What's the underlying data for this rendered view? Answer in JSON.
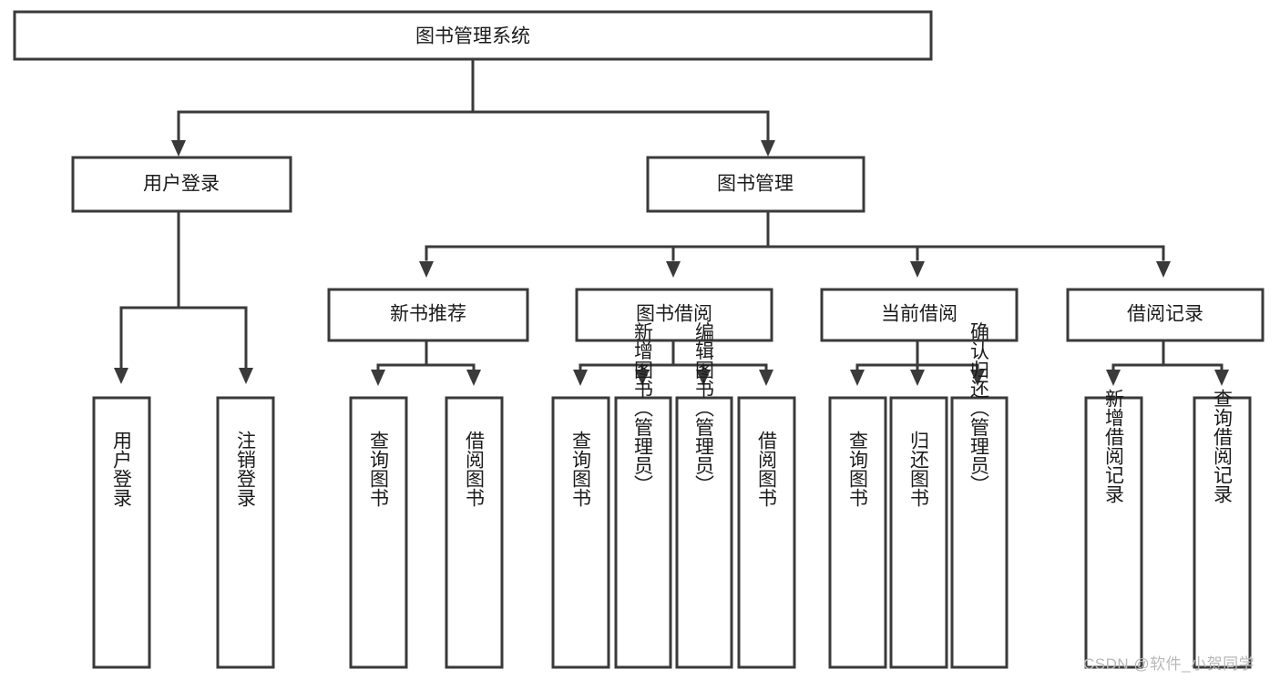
{
  "diagram": {
    "type": "hierarchy-tree",
    "title": "图书管理系统",
    "orientation": "top-down",
    "levels": 4,
    "root": {
      "id": "root",
      "label": "图书管理系统"
    },
    "level2": [
      {
        "id": "user-login",
        "label": "用户登录"
      },
      {
        "id": "book-management",
        "label": "图书管理"
      }
    ],
    "level3": [
      {
        "id": "new-book-recommend",
        "label": "新书推荐",
        "parent": "book-management"
      },
      {
        "id": "book-borrow",
        "label": "图书借阅",
        "parent": "book-management"
      },
      {
        "id": "current-borrow",
        "label": "当前借阅",
        "parent": "book-management"
      },
      {
        "id": "borrow-record",
        "label": "借阅记录",
        "parent": "book-management"
      }
    ],
    "leaves": [
      {
        "id": "leaf-user-login",
        "label": "用户登录",
        "parent": "user-login"
      },
      {
        "id": "leaf-logout-login",
        "label": "注销登录",
        "parent": "user-login"
      },
      {
        "id": "leaf-query-book-1",
        "label": "查询图书",
        "parent": "new-book-recommend"
      },
      {
        "id": "leaf-borrow-book-1",
        "label": "借阅图书",
        "parent": "new-book-recommend"
      },
      {
        "id": "leaf-query-book-2",
        "label": "查询图书",
        "parent": "book-borrow"
      },
      {
        "id": "leaf-add-book",
        "label": "新增图书（管理员）",
        "parent": "book-borrow"
      },
      {
        "id": "leaf-edit-book",
        "label": "编辑图书（管理员）",
        "parent": "book-borrow"
      },
      {
        "id": "leaf-borrow-book-2",
        "label": "借阅图书",
        "parent": "book-borrow"
      },
      {
        "id": "leaf-query-book-3",
        "label": "查询图书",
        "parent": "current-borrow"
      },
      {
        "id": "leaf-return-book",
        "label": "归还图书",
        "parent": "current-borrow"
      },
      {
        "id": "leaf-confirm-return",
        "label": "确认归还（管理员）",
        "parent": "current-borrow"
      },
      {
        "id": "leaf-add-record",
        "label": "新增借阅记录",
        "parent": "borrow-record"
      },
      {
        "id": "leaf-query-record",
        "label": "查询借阅记录",
        "parent": "borrow-record"
      }
    ],
    "colors": {
      "background": "#ffffff",
      "box_fill": "#ffffff",
      "box_stroke": "#3a3a3a",
      "line": "#3a3a3a",
      "text": "#1b1b1b",
      "watermark": "#b8b8b8"
    }
  },
  "watermark": {
    "text": "CSDN @软件_小贺同学"
  }
}
